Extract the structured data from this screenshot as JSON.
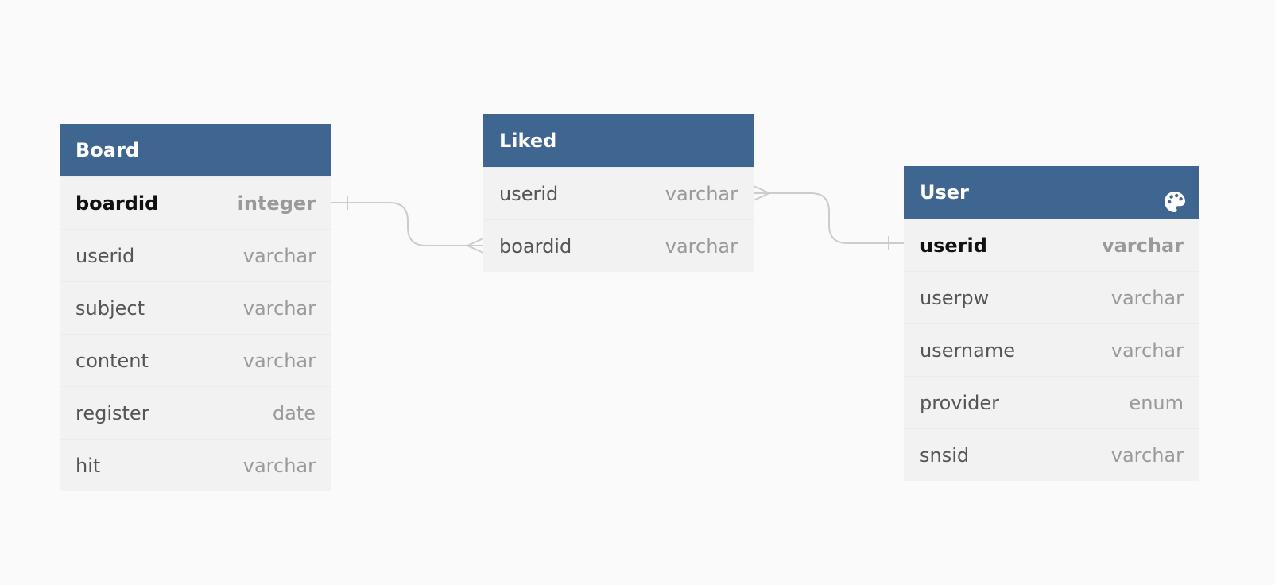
{
  "colors": {
    "header_bg": "#3f6690",
    "body_bg": "#f2f2f2",
    "canvas_bg": "#fafafa",
    "connector": "#cccccc"
  },
  "tables": {
    "board": {
      "name": "Board",
      "fields": [
        {
          "name": "boardid",
          "type": "integer",
          "primary_key": true
        },
        {
          "name": "userid",
          "type": "varchar"
        },
        {
          "name": "subject",
          "type": "varchar"
        },
        {
          "name": "content",
          "type": "varchar"
        },
        {
          "name": "register",
          "type": "date"
        },
        {
          "name": "hit",
          "type": "varchar"
        }
      ]
    },
    "liked": {
      "name": "Liked",
      "fields": [
        {
          "name": "userid",
          "type": "varchar"
        },
        {
          "name": "boardid",
          "type": "varchar"
        }
      ]
    },
    "user": {
      "name": "User",
      "header_icon": "palette-icon",
      "fields": [
        {
          "name": "userid",
          "type": "varchar",
          "primary_key": true
        },
        {
          "name": "userpw",
          "type": "varchar"
        },
        {
          "name": "username",
          "type": "varchar"
        },
        {
          "name": "provider",
          "type": "enum"
        },
        {
          "name": "snsid",
          "type": "varchar"
        }
      ]
    }
  },
  "relationships": [
    {
      "from": "Board.boardid",
      "from_cardinality": "one",
      "to": "Liked.boardid",
      "to_cardinality": "many"
    },
    {
      "from": "User.userid",
      "from_cardinality": "one",
      "to": "Liked.userid",
      "to_cardinality": "many"
    }
  ]
}
